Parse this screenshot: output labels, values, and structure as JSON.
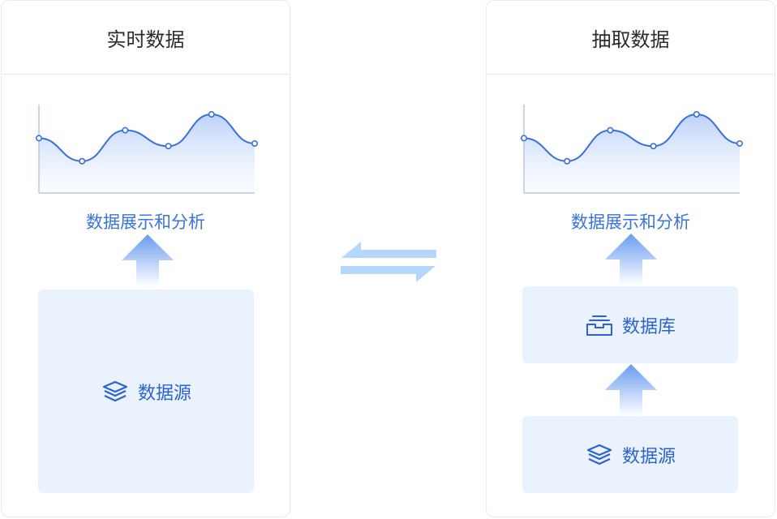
{
  "colors": {
    "accent": "#2c62d6",
    "line": "#3a6fe0",
    "box_bg": "#eaf3fd",
    "border": "#e6ecf5",
    "swap": "#b5d7fb"
  },
  "left_panel": {
    "title": "实时数据",
    "chart_caption": "数据展示和分析",
    "source_label": "数据源",
    "source_icon": "layers-icon"
  },
  "right_panel": {
    "title": "抽取数据",
    "chart_caption": "数据展示和分析",
    "database_label": "数据库",
    "database_icon": "inbox-tray-icon",
    "source_label": "数据源",
    "source_icon": "layers-icon"
  },
  "middle": {
    "icon": "swap-arrows-icon"
  },
  "chart_data": {
    "type": "area",
    "x": [
      0,
      1,
      2,
      3,
      4,
      5
    ],
    "values": [
      0.62,
      0.36,
      0.71,
      0.53,
      0.89,
      0.56
    ],
    "ylim": [
      0,
      1
    ],
    "title": "",
    "xlabel": "",
    "ylabel": ""
  }
}
